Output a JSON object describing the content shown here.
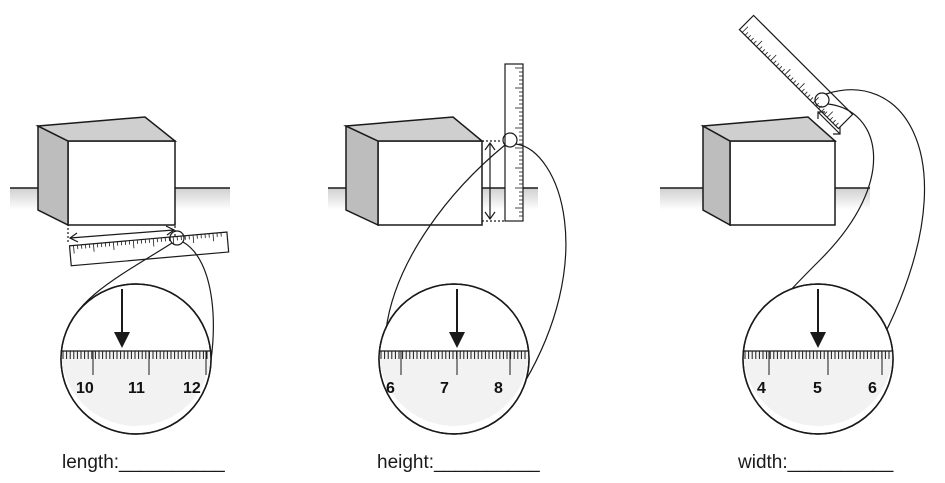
{
  "panels": [
    {
      "measure_label": "length:",
      "answer_blank": "__________",
      "scale_numbers": [
        "10",
        "11",
        "12"
      ]
    },
    {
      "measure_label": "height:",
      "answer_blank": "__________",
      "scale_numbers": [
        "6",
        "7",
        "8"
      ]
    },
    {
      "measure_label": "width:",
      "answer_blank": "__________",
      "scale_numbers": [
        "4",
        "5",
        "6"
      ]
    }
  ],
  "colors": {
    "line": "#1a1a1a",
    "face_top": "#cfcfcf",
    "face_side": "#bdbdbd",
    "face_front": "#ffffff",
    "zoom_fill": "#f2f2f2"
  }
}
